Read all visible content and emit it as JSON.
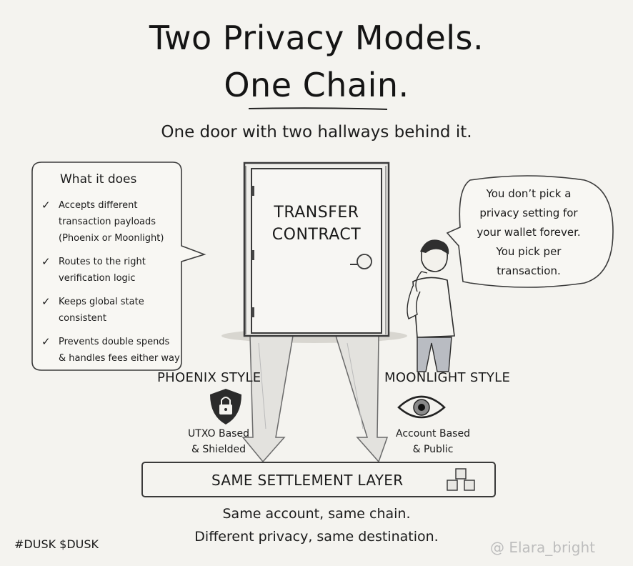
{
  "title": {
    "line1": "Two Privacy Models.",
    "line2": "One Chain."
  },
  "subtitle": "One door with two hallways behind it.",
  "what_it_does": {
    "heading": "What it does",
    "items": [
      "Accepts different\ntransaction payloads\n(Phoenix or Moonlight)",
      "Routes to the right\nverification logic",
      "Keeps global state\nconsistent",
      "Prevents double spends\n& handles fees either way"
    ]
  },
  "door": {
    "label": "TRANSFER\nCONTRACT"
  },
  "speech": {
    "text": "You don’t pick a\nprivacy setting for\nyour wallet forever.\nYou pick per\ntransaction."
  },
  "phoenix": {
    "title": "PHOENIX STYLE",
    "caption": "UTXO Based\n& Shielded",
    "icon": "lock-shield-icon"
  },
  "moonlight": {
    "title": "MOONLIGHT STYLE",
    "caption": "Account Based\n& Public",
    "icon": "eye-icon"
  },
  "settlement": {
    "label": "SAME SETTLEMENT LAYER",
    "icon": "cubes-icon"
  },
  "footer": {
    "line1": "Same account, same chain.",
    "line2": "Different privacy, same destination."
  },
  "hashtags": "#DUSK $DUSK",
  "watermark": "@ Elara_bright",
  "colors": {
    "background": "#f4f3ef",
    "ink": "#1a1a1a",
    "watermark": "#bdbdbd"
  }
}
